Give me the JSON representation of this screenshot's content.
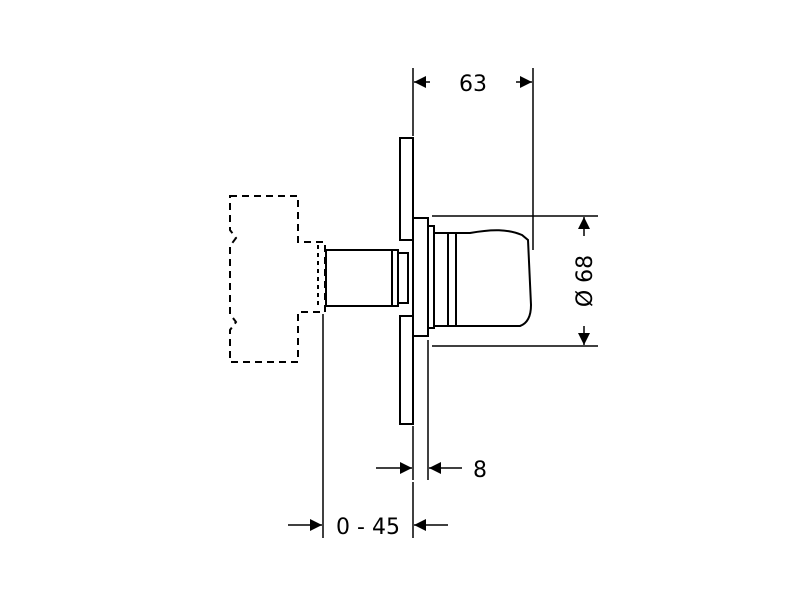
{
  "dimensions": {
    "top_width": "63",
    "diameter": "Ø 68",
    "plate_thickness": "8",
    "adjust_range": "0 - 45"
  },
  "colors": {
    "line": "#000000",
    "background": "#ffffff"
  }
}
